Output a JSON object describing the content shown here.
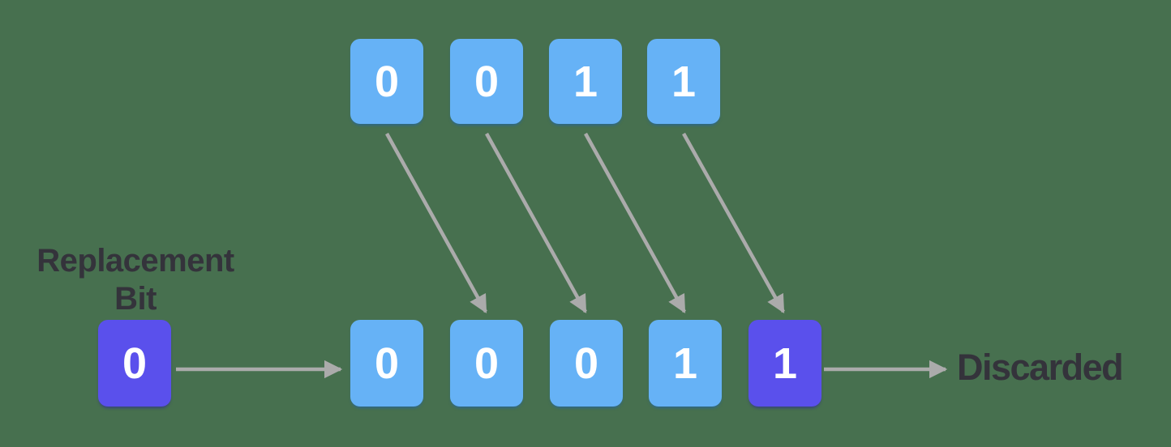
{
  "colors": {
    "background": "#47704F",
    "bit_box": "#66B2F6",
    "highlight_box": "#5A50EC",
    "arrow": "#ABABAB",
    "label_text": "#34333B",
    "digit_text": "#FFFFFF"
  },
  "rows": {
    "top": {
      "bits": [
        "0",
        "0",
        "1",
        "1"
      ]
    },
    "bottom": {
      "bits": [
        "0",
        "0",
        "0",
        "1",
        "1"
      ],
      "highlight_index": 4
    }
  },
  "replacement": {
    "label": "Replacement Bit",
    "bit": "0"
  },
  "discarded": {
    "label": "Discarded"
  }
}
